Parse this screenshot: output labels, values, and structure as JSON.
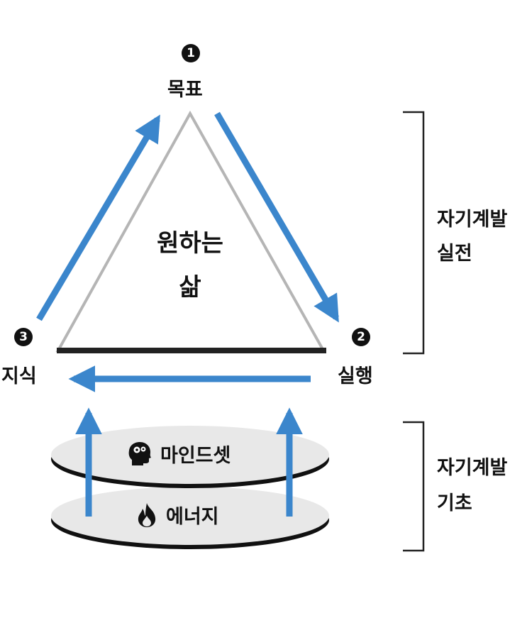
{
  "nodes": {
    "goal": {
      "number": "1",
      "label": "목표"
    },
    "action": {
      "number": "2",
      "label": "실행"
    },
    "knowledge": {
      "number": "3",
      "label": "지식"
    }
  },
  "center": {
    "line1": "원하는",
    "line2": "삶"
  },
  "brackets": {
    "practice": {
      "line1": "자기계발",
      "line2": "실전"
    },
    "foundation": {
      "line1": "자기계발",
      "line2": "기초"
    }
  },
  "layers": {
    "mindset": {
      "label": "마인드셋",
      "icon": "head-gears-icon"
    },
    "energy": {
      "label": "에너지",
      "icon": "flame-icon"
    }
  },
  "colors": {
    "arrow": "#3b86cc",
    "triangle_outline": "#b5b5b5",
    "base_bar": "#222222",
    "disk_fill": "#e8e8e8"
  }
}
